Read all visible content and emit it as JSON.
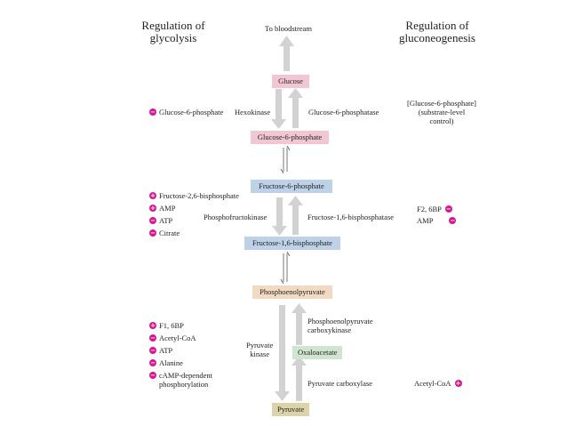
{
  "headers": {
    "left": "Regulation of\nglycolysis",
    "center": "To bloodstream",
    "right": "Regulation of\ngluconeogenesis"
  },
  "metabolites": {
    "glucose": "Glucose",
    "g6p": "Glucose-6-phosphate",
    "f6p": "Fructose-6-phosphate",
    "f16bp": "Fructose-1,6-bisphosphate",
    "pep": "Phosphoenolpyruvate",
    "oaa": "Oxaloacetate",
    "pyruvate": "Pyruvate"
  },
  "enzymes": {
    "hexokinase": "Hexokinase",
    "g6pase": "Glucose-6-phosphatase",
    "pfk": "Phosphofructokinase",
    "fbpase": "Fructose-1,6-bisphosphatase",
    "pepck": "Phosphoenolpyruvate\ncarboxykinase",
    "pk": "Pyruvate\nkinase",
    "pc": "Pyruvate carboxylase"
  },
  "regulators_left": {
    "hexokinase": [
      {
        "sign": "−",
        "label": "Glucose-6-phosphate"
      }
    ],
    "pfk": [
      {
        "sign": "+",
        "label": "Fructose-2,6-bisphosphate"
      },
      {
        "sign": "+",
        "label": "AMP"
      },
      {
        "sign": "−",
        "label": "ATP"
      },
      {
        "sign": "−",
        "label": "Citrate"
      }
    ],
    "pk": [
      {
        "sign": "+",
        "label": "F1, 6BP"
      },
      {
        "sign": "−",
        "label": "Acetyl-CoA"
      },
      {
        "sign": "−",
        "label": "ATP"
      },
      {
        "sign": "−",
        "label": "Alanine"
      },
      {
        "sign": "−",
        "label": "cAMP-dependent\nphosphorylation"
      }
    ]
  },
  "regulators_right": {
    "g6pase_note": "[Glucose-6-phosphate]\n(substrate-level\ncontrol)",
    "fbpase": [
      {
        "sign": "−",
        "label": "F2, 6BP"
      },
      {
        "sign": "−",
        "label": "AMP"
      }
    ],
    "pc": [
      {
        "sign": "+",
        "label": "Acetyl-CoA"
      }
    ]
  },
  "colors": {
    "glucose": "#f2c7d3",
    "fructose": "#bed1e7",
    "pep": "#f1d9c2",
    "oxaloacetate": "#cfe5cf",
    "pyruvate": "#ddd3a8",
    "regulator_dot": "#d6178f",
    "arrow": "#d0d0d0"
  }
}
